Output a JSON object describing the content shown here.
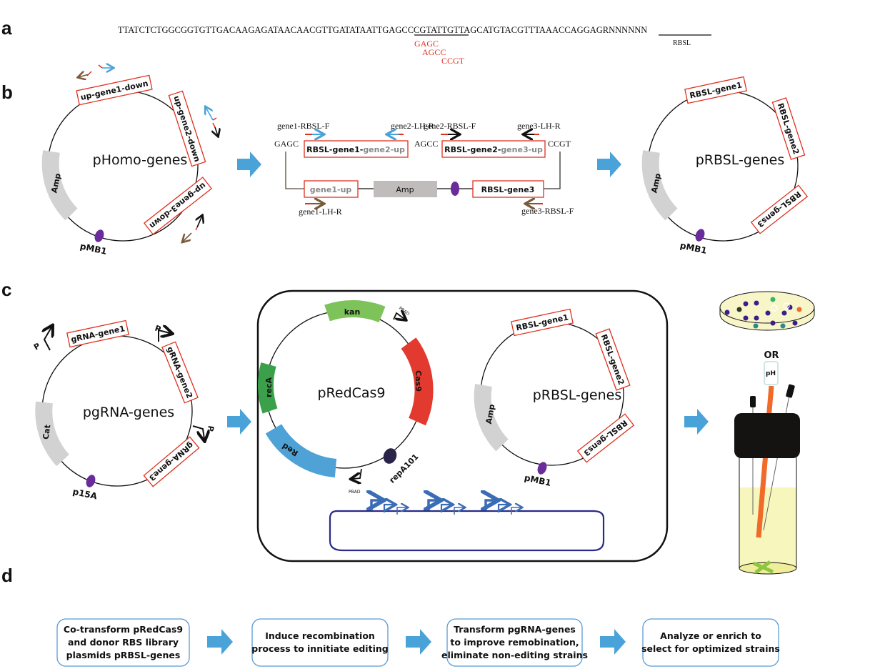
{
  "panels": {
    "a": {
      "letter": "a",
      "sequence": "TTATCTCTGGCGGTGTTGACAAGAGATAACAACGTTGATATAATTGAGCCCGTATTGTTAGCATGTACGTTTAAACCAGGAGRNNNNNN",
      "sequence_part1": "TTATCTCTGGCGGTGTTGACAAGAGATAACAACGTTGATATAATT",
      "sequence_part2": "GAGCCCGT",
      "sequence_part3": "ATTGTTAGCATGTACGTTTAAACCAGGAG",
      "sequence_part4": "RNNNNNN",
      "overhangs": [
        "GAGC",
        "AGCC",
        "CCGT"
      ],
      "rbsl_label": "RBSL"
    },
    "b": {
      "letter": "b",
      "homo_plasmid": {
        "name": "pHomo-genes",
        "features": [
          "up-gene1-down",
          "up-gene2-down",
          "up-gene3-down"
        ],
        "marker": "Amp",
        "origin": "pMB1"
      },
      "assembly": {
        "fragments": {
          "frag1_main": "RBSL-gene1-",
          "frag1_gray": "gene2-up",
          "frag2_main": "RBSL-gene2-",
          "frag2_gray": "gene3-up",
          "bottom_left": "gene1-up",
          "bottom_mid": "Amp",
          "bottom_right": "RBSL-gene3"
        },
        "junctions": [
          "GAGC",
          "AGCC",
          "CCGT"
        ],
        "primers": {
          "gene1_rbsl_f": "gene1-RBSL-F",
          "gene2_lh_r": "gene2-LH-R",
          "gene2_rbsl_f": "gene2-RBSL-F",
          "gene3_lh_r": "gene3-LH-R",
          "gene1_lh_r": "gene1-LH-R",
          "gene3_rbsl_f": "gene3-RBSL-F"
        }
      },
      "rbsl_plasmid": {
        "name": "pRBSL-genes",
        "features": [
          "RBSL-gene1",
          "RBSL-gene2",
          "RBSL-gens3"
        ],
        "marker": "Amp",
        "origin": "pMB1"
      }
    },
    "c": {
      "letter": "c",
      "grna_plasmid": {
        "name": "pgRNA-genes",
        "features": [
          "gRNA-gene1",
          "gRNA-gene2",
          "gRNA-gene3"
        ],
        "promoter": "P",
        "marker": "Cat",
        "origin": "p15A"
      },
      "redcas_plasmid": {
        "name": "pRedCas9",
        "features": [
          "kan",
          "Cas9",
          "Red",
          "recA"
        ],
        "origin": "repA101",
        "promoter": "PBAD"
      },
      "rbsl_plasmid": {
        "name": "pRBSL-genes",
        "features": [
          "RBSL-gene1",
          "RBSL-gene2",
          "RBSL-gens3"
        ],
        "marker": "Amp",
        "origin": "pMB1"
      },
      "screening": {
        "or_label": "OR",
        "ph_label": "pH"
      }
    },
    "d": {
      "letter": "d",
      "steps": [
        {
          "lines": [
            "Co-transform pRedCas9",
            "and donor RBS library",
            "plasmids pRBSL-genes"
          ]
        },
        {
          "lines": [
            "Induce recombination",
            "process to innitiate editing"
          ]
        },
        {
          "lines": [
            "Transform pgRNA-genes",
            "to improve remobination,",
            "eliminate non-editing strains"
          ]
        },
        {
          "lines": [
            "Analyze or enrich  to",
            "select for optimized strains"
          ]
        }
      ]
    }
  },
  "colors": {
    "feature_border": "#e0301e",
    "arrow_blue": "#4aa3d8",
    "marker_gray": "#d2d2d2",
    "origin_purple": "#6a2c9a",
    "kan_green": "#7dc35a",
    "reca_green": "#3aa14a",
    "cas9_red": "#e23a2e",
    "red_blue": "#4ea2d6",
    "repa_navy": "#2a2448",
    "promoter_blue": "#3a6db5",
    "chromosome_navy": "#2a2a8a",
    "step_border": "#5b9bd5"
  }
}
